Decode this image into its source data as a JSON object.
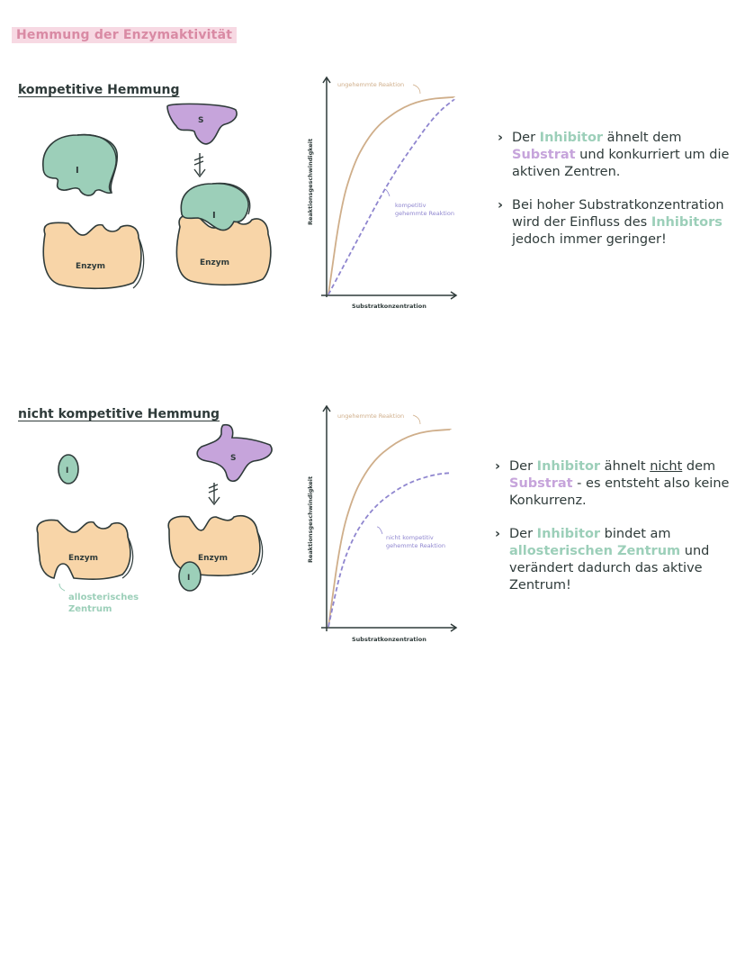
{
  "page_title": "Hemmung der Enzymaktivität",
  "colors": {
    "inhibitor": "#9ccfb9",
    "substrate": "#c6a4db",
    "enzyme": "#f8d5a8",
    "uninhibited_curve": "#cfae8a",
    "inhibited_curve": "#8f86cf",
    "title_highlight": "#f7d9e3"
  },
  "competitive": {
    "heading": "kompetitive Hemmung",
    "inhibitor_label": "I",
    "substrate_label": "S",
    "enzyme_label": "Enzym",
    "arrow_icon": "blocked-arrow-icon",
    "notes": [
      {
        "parts": [
          {
            "t": "Der ",
            "c": ""
          },
          {
            "t": "Inhibitor",
            "c": "g"
          },
          {
            "t": " ähnelt dem ",
            "c": ""
          },
          {
            "t": "Substrat",
            "c": "p"
          },
          {
            "t": " und konkurriert um die aktiven Zentren.",
            "c": ""
          }
        ]
      },
      {
        "parts": [
          {
            "t": "Bei hoher Substratkonzentration wird der Einfluss des ",
            "c": ""
          },
          {
            "t": "Inhibitors",
            "c": "g"
          },
          {
            "t": " jedoch immer geringer!",
            "c": ""
          }
        ]
      }
    ]
  },
  "noncompetitive": {
    "heading": "nicht kompetitive Hemmung",
    "inhibitor_label": "I",
    "substrate_label": "S",
    "enzyme_label": "Enzym",
    "allosteric_label_1": "allosterisches",
    "allosteric_label_2": "Zentrum",
    "arrow_icon": "blocked-arrow-icon",
    "notes": [
      {
        "parts": [
          {
            "t": "Der ",
            "c": ""
          },
          {
            "t": "Inhibitor",
            "c": "g"
          },
          {
            "t": " ähnelt ",
            "c": ""
          },
          {
            "t": "nicht",
            "c": "u"
          },
          {
            "t": " dem ",
            "c": ""
          },
          {
            "t": "Substrat",
            "c": "p"
          },
          {
            "t": " - es entsteht also keine Konkurrenz.",
            "c": ""
          }
        ]
      },
      {
        "parts": [
          {
            "t": "Der ",
            "c": ""
          },
          {
            "t": "Inhibitor",
            "c": "g"
          },
          {
            "t": " bindet am ",
            "c": ""
          },
          {
            "t": "allosterischen Zentrum",
            "c": "g"
          },
          {
            "t": " und verändert dadurch das aktive Zentrum!",
            "c": ""
          }
        ]
      }
    ]
  },
  "chart_data": [
    {
      "type": "line",
      "title": "",
      "xlabel": "Substratkonzentration",
      "ylabel": "Reaktionsgeschwindigkeit",
      "series": [
        {
          "name": "ungehemmte Reaktion",
          "style": "solid",
          "color": "#cfae8a",
          "x": [
            0,
            1,
            2,
            3,
            4,
            5,
            6,
            7,
            8,
            9,
            10
          ],
          "y": [
            0,
            0.45,
            0.66,
            0.78,
            0.86,
            0.91,
            0.95,
            0.975,
            0.99,
            0.997,
            1.0
          ]
        },
        {
          "name": "kompetitiv gehemmte Reaktion",
          "style": "dashed",
          "color": "#8f86cf",
          "x": [
            0,
            1,
            2,
            3,
            4,
            5,
            6,
            7,
            8,
            9,
            10
          ],
          "y": [
            0,
            0.12,
            0.24,
            0.36,
            0.48,
            0.59,
            0.69,
            0.78,
            0.87,
            0.94,
            0.99
          ]
        }
      ]
    },
    {
      "type": "line",
      "title": "",
      "xlabel": "Substratkonzentration",
      "ylabel": "Reaktionsgeschwindigkeit",
      "series": [
        {
          "name": "ungehemmte Reaktion",
          "style": "solid",
          "color": "#cfae8a",
          "x": [
            0,
            1,
            2,
            3,
            4,
            5,
            6,
            7,
            8,
            9,
            10
          ],
          "y": [
            0,
            0.45,
            0.66,
            0.78,
            0.86,
            0.91,
            0.95,
            0.975,
            0.99,
            0.997,
            1.0
          ]
        },
        {
          "name": "nicht kompetitiv gehemmte Reaktion",
          "style": "dashed",
          "color": "#8f86cf",
          "x": [
            0,
            1,
            2,
            3,
            4,
            5,
            6,
            7,
            8,
            9,
            10
          ],
          "y": [
            0,
            0.29,
            0.45,
            0.55,
            0.62,
            0.67,
            0.71,
            0.74,
            0.76,
            0.775,
            0.78
          ]
        }
      ]
    }
  ]
}
